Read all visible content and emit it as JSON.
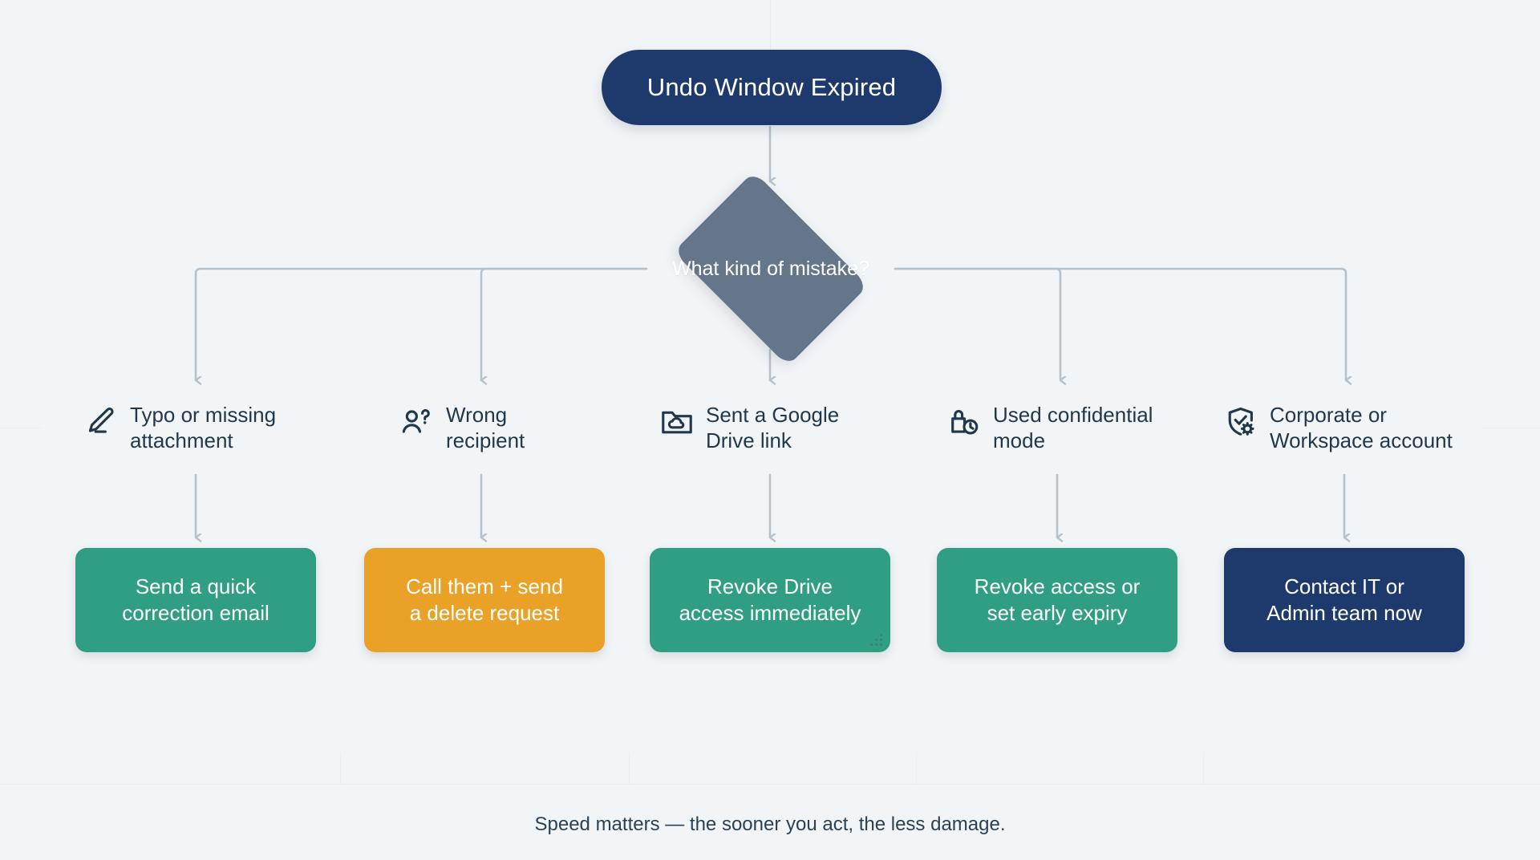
{
  "canvas": {
    "background_color": "#f2f5f7",
    "guide_line_color": "#dde3e8"
  },
  "palette": {
    "navy": "#1e3a6d",
    "slate": "#65768b",
    "teal": "#2f9e82",
    "amber": "#e9a227",
    "text_dark": "#22384a",
    "connector": "#b6c2cb"
  },
  "start_node": {
    "label": "Undo Window Expired",
    "shape": "rounded-pill",
    "color": "#1e3a6d"
  },
  "decision_node": {
    "label": "What kind of\nmistake?",
    "shape": "diamond",
    "color": "#65768b"
  },
  "branches": [
    {
      "icon": "pencil-icon",
      "label": "Typo or missing\nattachment",
      "action": {
        "label": "Send a quick\ncorrection email",
        "color": "#2f9e82",
        "color_name": "teal"
      }
    },
    {
      "icon": "person-question-icon",
      "label": "Wrong\nrecipient",
      "action": {
        "label": "Call them + send\na delete request",
        "color": "#e9a227",
        "color_name": "amber"
      }
    },
    {
      "icon": "folder-cloud-icon",
      "label": "Sent a Google\nDrive link",
      "action": {
        "label": "Revoke Drive\naccess immediately",
        "color": "#2f9e82",
        "color_name": "teal"
      }
    },
    {
      "icon": "lock-clock-icon",
      "label": "Used confidential\nmode",
      "action": {
        "label": "Revoke access or\nset early expiry",
        "color": "#2f9e82",
        "color_name": "teal"
      }
    },
    {
      "icon": "shield-check-gear-icon",
      "label": "Corporate or\nWorkspace account",
      "action": {
        "label": "Contact IT or\nAdmin team now",
        "color": "#1e3a6d",
        "color_name": "navy"
      }
    }
  ],
  "footer": {
    "note": "Speed matters — the sooner you act, the less damage."
  }
}
